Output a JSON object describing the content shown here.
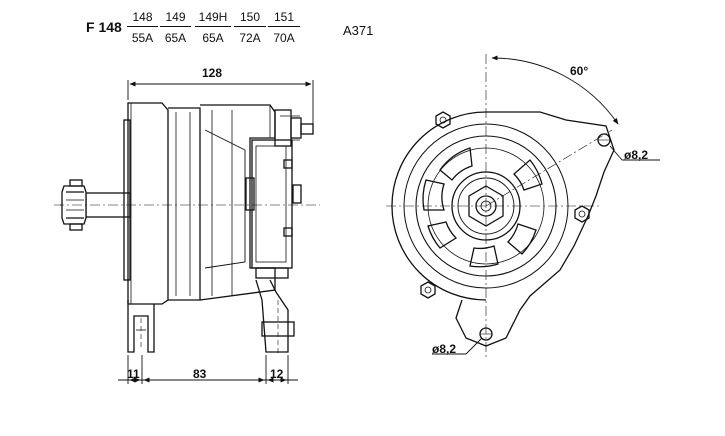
{
  "header": {
    "model": "F 148",
    "variants": [
      {
        "type": "148",
        "current": "55A"
      },
      {
        "type": "149",
        "current": "65A"
      },
      {
        "type": "149H",
        "current": "65A"
      },
      {
        "type": "150",
        "current": "72A"
      },
      {
        "type": "151",
        "current": "70A"
      }
    ],
    "drawing_code": "A371"
  },
  "side_view": {
    "dims": {
      "overall_length": "128",
      "mount_left": "11",
      "mount_spacing": "83",
      "mount_right": "12"
    }
  },
  "front_view": {
    "angle": "60°",
    "hole_upper": "ø8,2",
    "hole_lower": "ø8,2"
  }
}
